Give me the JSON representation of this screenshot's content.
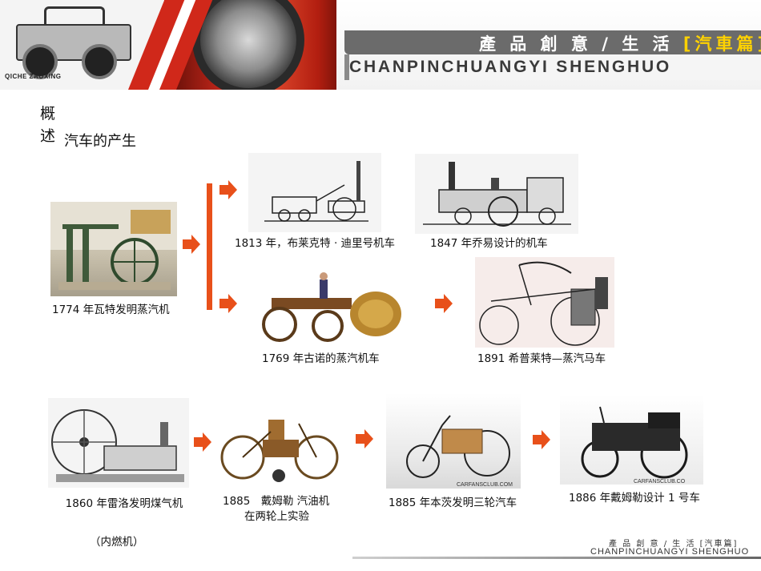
{
  "header": {
    "jeep_label": "QICHE ZAOXING",
    "title_cn_main": "產 品 創 意 / 生 活 ",
    "title_cn_highlight": "[汽車篇]",
    "title_en": "CHANPINCHUANGYI SHENGHUO"
  },
  "heading": {
    "side_title": "概述",
    "subtitle": "汽车的产生"
  },
  "items": {
    "watt": "1774 年瓦特发明蒸汽机",
    "rocket": "1813 年，布莱克特 · 迪里号机车",
    "joy": "1847 年乔易设计的机车",
    "cugnot": "1769 年古诺的蒸汽机车",
    "hipple": "1891 希普莱特—蒸汽马车",
    "lenoir": "1860 年雷洛发明煤气机",
    "lenoir_note": "（内燃机）",
    "daimler_moto_line1": "1885　戴姆勒  汽油机",
    "daimler_moto_line2": "在两轮上实验",
    "benz": "1885 年本茨发明三轮汽车",
    "daimler_car": "1886 年戴姆勒设计 1 号车"
  },
  "watermarks": {
    "benz": "CARFANSCLUB.COM",
    "daimler": "CARFANSCLUB.CO"
  },
  "footer": {
    "cn": "產 品 創 意 / 生 活 [汽車篇]",
    "en": "CHANPINCHUANGYI SHENGHUO"
  },
  "colors": {
    "accent": "#e8501a",
    "banner_red": "#c1261a",
    "highlight": "#ffd200"
  }
}
